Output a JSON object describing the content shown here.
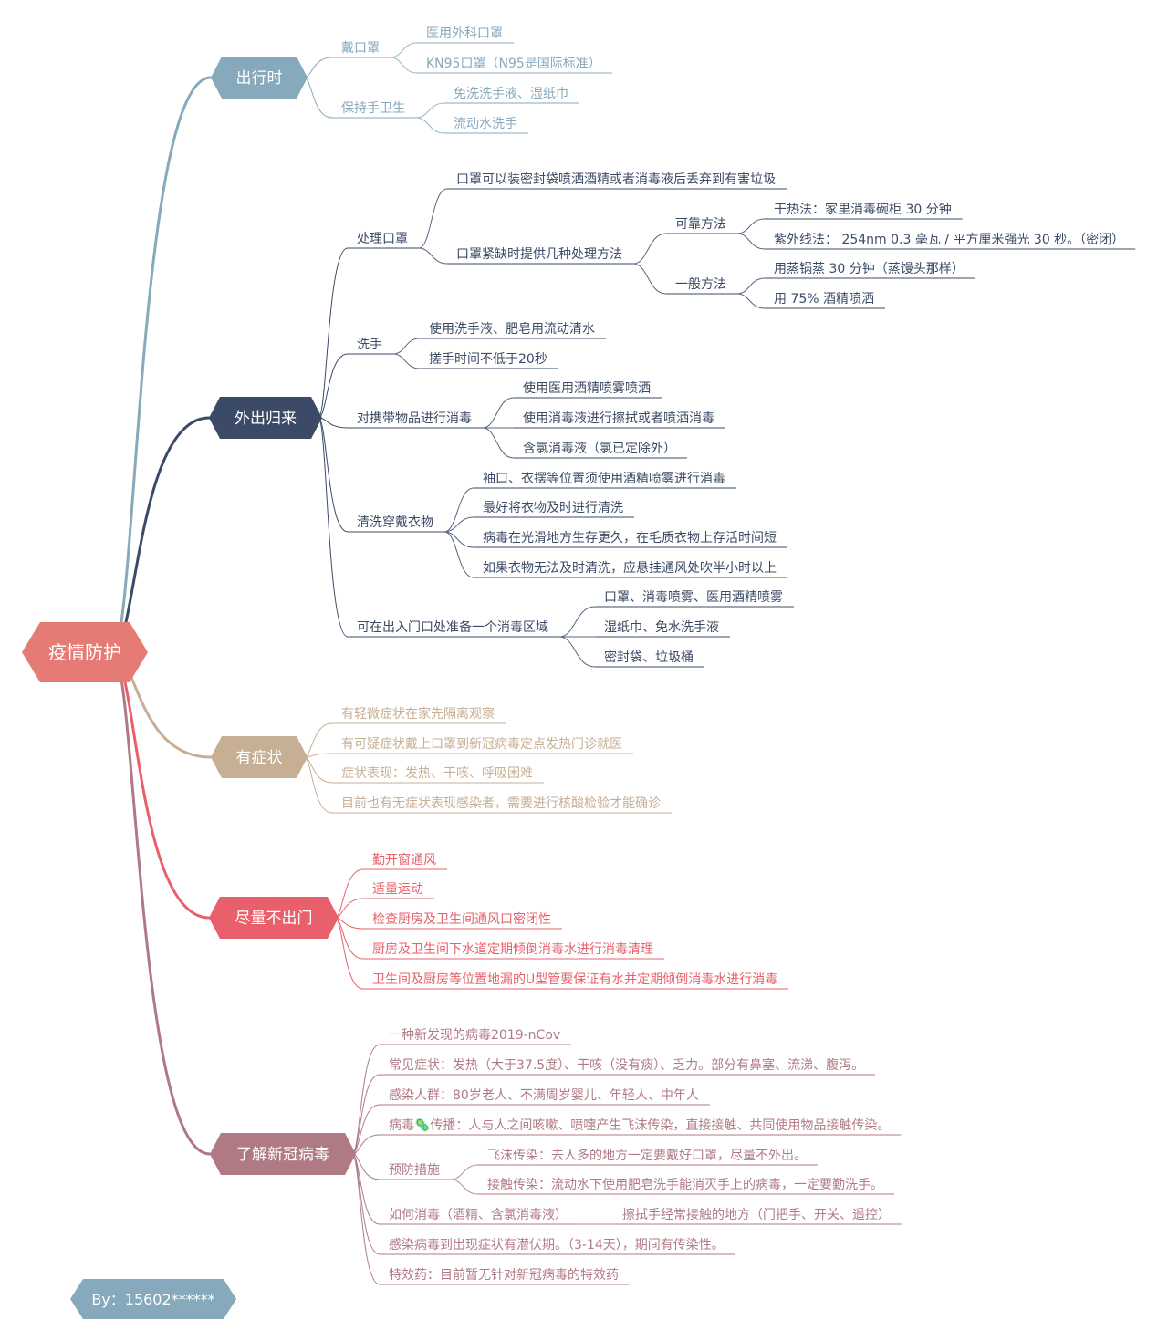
{
  "root": {
    "title": "疫情防护",
    "color": "#E57B74"
  },
  "signature": {
    "text": "By：15602******",
    "color": "#87A9BC"
  },
  "branches": [
    {
      "title": "出行时",
      "color": "#87A9BC",
      "items": [
        {
          "text": "戴口罩",
          "items": [
            {
              "text": "医用外科口罩"
            },
            {
              "text": "KN95口罩（N95是国际标准）"
            }
          ]
        },
        {
          "text": "保持手卫生",
          "items": [
            {
              "text": "免洗洗手液、湿纸巾"
            },
            {
              "text": "流动水洗手"
            }
          ]
        }
      ]
    },
    {
      "title": "外出归来",
      "color": "#3B4A66",
      "items": [
        {
          "text": "处理口罩",
          "items": [
            {
              "text": "口罩可以装密封袋喷洒酒精或者消毒液后丢弃到有害垃圾"
            },
            {
              "text": "口罩紧缺时提供几种处理方法",
              "items": [
                {
                  "text": "可靠方法",
                  "items": [
                    {
                      "text": "干热法：家里消毒碗柜 30 分钟"
                    },
                    {
                      "text": "紫外线法： 254nm 0.3 毫瓦 / 平方厘米强光 30 秒。（密闭）"
                    }
                  ]
                },
                {
                  "text": "一般方法",
                  "items": [
                    {
                      "text": "用蒸锅蒸 30 分钟（蒸馒头那样）"
                    },
                    {
                      "text": "用 75% 酒精喷洒"
                    }
                  ]
                }
              ]
            }
          ]
        },
        {
          "text": "洗手",
          "items": [
            {
              "text": "使用洗手液、肥皂用流动清水"
            },
            {
              "text": "搓手时间不低于20秒"
            }
          ]
        },
        {
          "text": "对携带物品进行消毒",
          "items": [
            {
              "text": "使用医用酒精喷雾喷洒"
            },
            {
              "text": "使用消毒液进行擦拭或者喷洒消毒"
            },
            {
              "text": "含氯消毒液（氯已定除外）"
            }
          ]
        },
        {
          "text": "清洗穿戴衣物",
          "items": [
            {
              "text": "袖口、衣摆等位置须使用酒精喷雾进行消毒"
            },
            {
              "text": "最好将衣物及时进行清洗"
            },
            {
              "text": "病毒在光滑地方生存更久，在毛质衣物上存活时间短"
            },
            {
              "text": "如果衣物无法及时清洗，应悬挂通风处吹半小时以上"
            }
          ]
        },
        {
          "text": "可在出入门口处准备一个消毒区域",
          "items": [
            {
              "text": "口罩、消毒喷雾、医用酒精喷雾"
            },
            {
              "text": "湿纸巾、免水洗手液"
            },
            {
              "text": "密封袋、垃圾桶"
            }
          ]
        }
      ]
    },
    {
      "title": "有症状",
      "color": "#C6AF94",
      "items": [
        {
          "text": "有轻微症状在家先隔离观察"
        },
        {
          "text": "有可疑症状戴上口罩到新冠病毒定点发热门诊就医"
        },
        {
          "text": "症状表现：发热、干咳、呼吸困难"
        },
        {
          "text": "目前也有无症状表现感染者，需要进行核酸检验才能确诊"
        }
      ]
    },
    {
      "title": "尽量不出门",
      "color": "#E7606C",
      "items": [
        {
          "text": "勤开窗通风"
        },
        {
          "text": "适量运动"
        },
        {
          "text": "检查厨房及卫生间通风口密闭性"
        },
        {
          "text": "厨房及卫生间下水道定期倾倒消毒水进行消毒清理"
        },
        {
          "text": "卫生间及厨房等位置地漏的U型管要保证有水并定期倾倒消毒水进行消毒"
        }
      ]
    },
    {
      "title": "了解新冠病毒",
      "color": "#B07A84",
      "items": [
        {
          "text": "一种新发现的病毒2019-nCov"
        },
        {
          "text": "常见症状：发热（大于37.5度）、干咳（没有痰）、乏力。部分有鼻塞、流涕、腹泻。"
        },
        {
          "text": "感染人群：80岁老人、不满周岁婴儿、年轻人、中年人"
        },
        {
          "text": "病毒🦠传播：人与人之间咳嗽、喷嚏产生飞沫传染，直接接触、共同使用物品接触传染。"
        },
        {
          "text": "预防措施",
          "items": [
            {
              "text": "飞沫传染：去人多的地方一定要戴好口罩，尽量不外出。"
            },
            {
              "text": "接触传染：流动水下使用肥皂洗手能消灭手上的病毒，一定要勤洗手。"
            }
          ]
        },
        {
          "text": "如何消毒（酒精、含氯消毒液）",
          "items": [
            {
              "text": "擦拭手经常接触的地方（门把手、开关、遥控）"
            }
          ]
        },
        {
          "text": "感染病毒到出现症状有潜伏期。（3-14天），期间有传染性。"
        },
        {
          "text": "特效药：目前暂无针对新冠病毒的特效药"
        }
      ]
    }
  ]
}
